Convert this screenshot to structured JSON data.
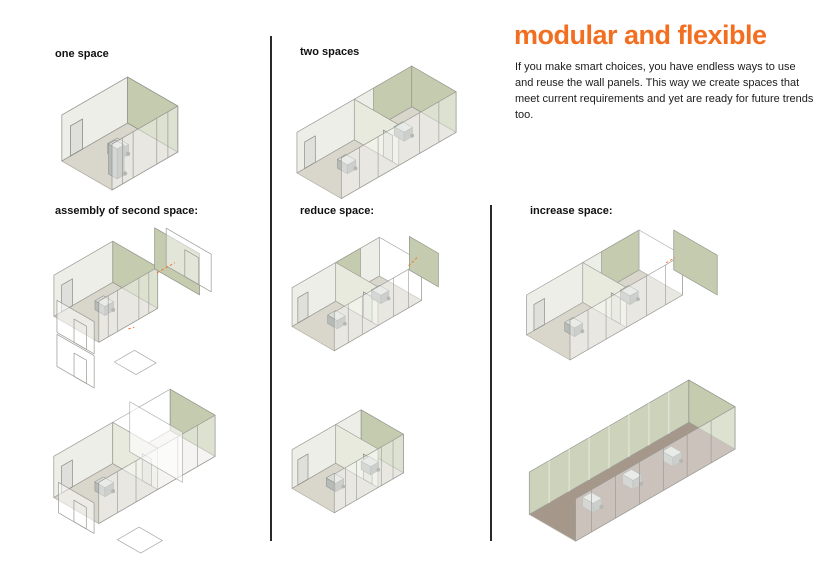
{
  "header": {
    "title": "modular and flexible",
    "body": "If you make smart choices, you have endless ways to use and reuse the wall panels. This way we create spaces that meet current requirements and yet are ready for future trends too."
  },
  "sections": {
    "one_space": {
      "label": "one space"
    },
    "two_spaces": {
      "label": "two spaces"
    },
    "assembly": {
      "label": "assembly of second space:"
    },
    "reduce": {
      "label": "reduce space:"
    },
    "increase": {
      "label": "increase space:"
    }
  },
  "colors": {
    "accent_orange": "#f26f21",
    "panel_green": "#c5cbae",
    "floor_light": "#d9d6cc",
    "floor_brown": "#a5978a",
    "frame_gray": "#9a9a96",
    "divider_dark": "#2a2a2a"
  }
}
